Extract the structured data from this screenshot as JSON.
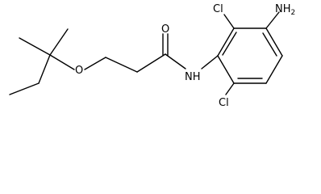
{
  "molecule": {
    "atom_labels": {
      "oxygen_ether": "O",
      "oxygen_carbonyl": "O",
      "amide_nitrogen": "NH",
      "chlorine_top": "Cl",
      "chlorine_bottom": "Cl",
      "amino_group": "NH",
      "amino_subscript": "2"
    },
    "line_color": "#000000",
    "background_color": "#ffffff"
  }
}
